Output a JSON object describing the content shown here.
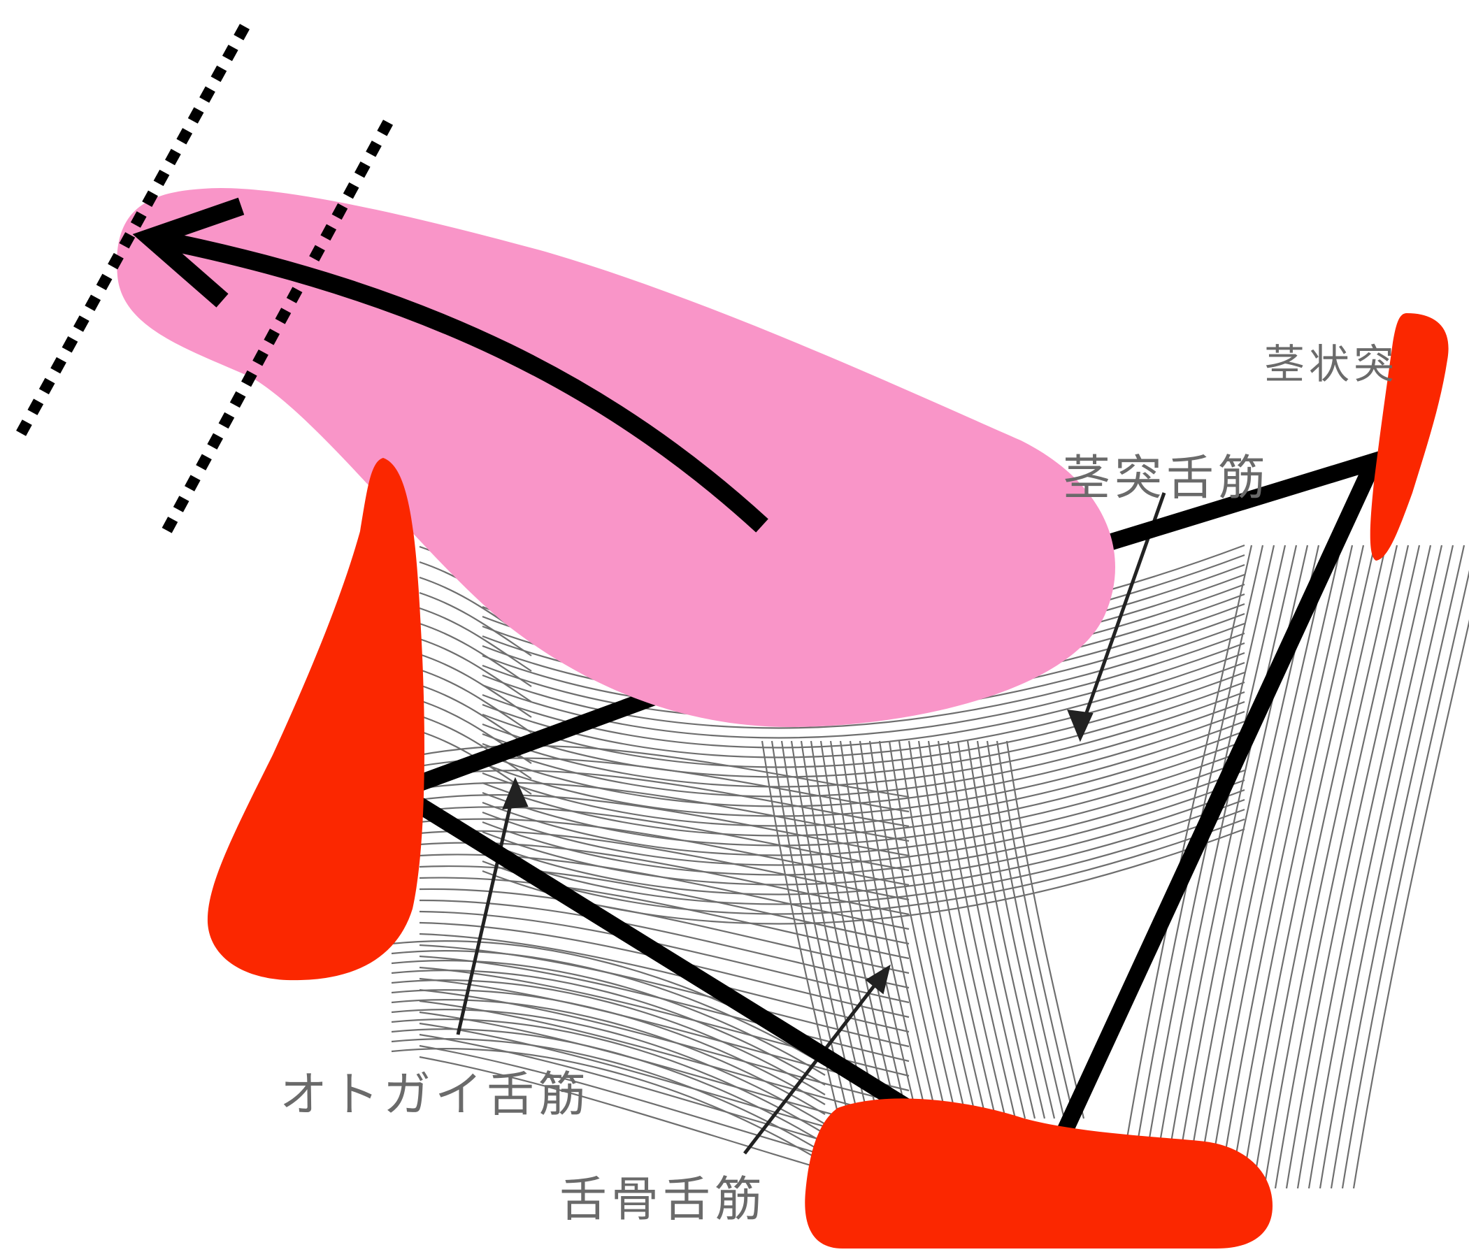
{
  "labels": {
    "styloglossus": "茎突舌筋",
    "styloid_process": "茎状突",
    "genioglossus": "オトガイ舌筋",
    "hyoglossus": "舌骨舌筋"
  },
  "colors": {
    "tongue": "#f995c8",
    "bone_highlight": "#fb2700",
    "outline": "#000000",
    "muscle_lines": "#555555",
    "label_text": "#6a6a6a"
  }
}
